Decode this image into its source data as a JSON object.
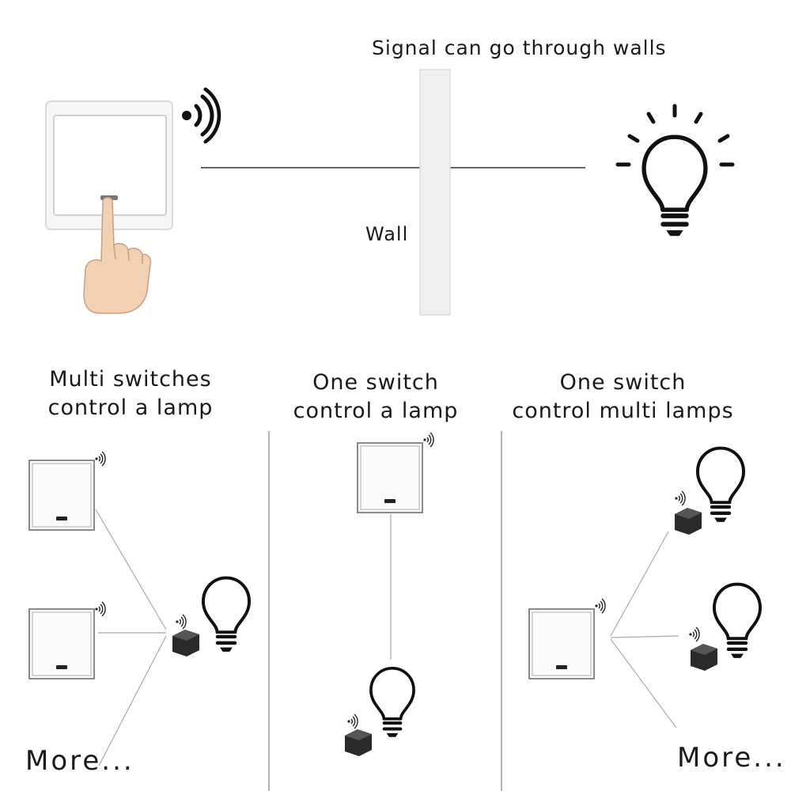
{
  "header": {
    "signal_text": "Signal can go through walls",
    "wall_label": "Wall"
  },
  "columns": [
    {
      "title_line1": "Multi switches",
      "title_line2": "control a lamp",
      "more": "More..."
    },
    {
      "title_line1": "One switch",
      "title_line2": "control a lamp"
    },
    {
      "title_line1": "One switch",
      "title_line2": "control multi lamps",
      "more": "More..."
    }
  ],
  "icons": {
    "wifi": "wifi-signal-icon",
    "bulb": "light-bulb-icon",
    "switch": "wall-switch-icon",
    "receiver": "receiver-module-icon",
    "hand": "hand-pointer-icon"
  }
}
